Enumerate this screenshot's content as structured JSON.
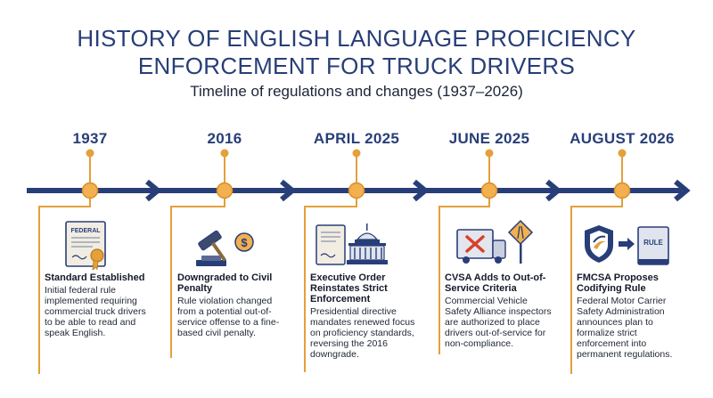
{
  "title_line1": "HISTORY OF ENGLISH LANGUAGE PROFICIENCY",
  "title_line2": "ENFORCEMENT FOR TRUCK DRIVERS",
  "subtitle": "Timeline of regulations and changes (1937–2026)",
  "colors": {
    "navy": "#283e78",
    "gold": "#e4a03a",
    "dot_fill": "#f2b04f"
  },
  "events": [
    {
      "year": "1937",
      "title": "Standard Established",
      "description": "Initial federal rule implemented requiring commercial truck drivers to be able to read and speak English.",
      "icon": "federal-document-icon",
      "icon_label": "FEDERAL"
    },
    {
      "year": "2016",
      "title": "Downgraded to Civil Penalty",
      "description": "Rule violation changed from a potential out-of-service offense to a fine-based civil penalty.",
      "icon": "gavel-dollar-icon"
    },
    {
      "year": "APRIL 2025",
      "title": "Executive Order Reinstates Strict Enforcement",
      "description": "Presidential directive mandates renewed focus on proficiency standards, reversing the 2016 downgrade.",
      "icon": "executive-order-capitol-icon"
    },
    {
      "year": "JUNE 2025",
      "title": "CVSA Adds to Out-of-Service Criteria",
      "description": "Commercial Vehicle Safety Alliance inspectors are authorized to place drivers out-of-service for non-compliance.",
      "icon": "truck-out-of-service-icon"
    },
    {
      "year": "AUGUST 2026",
      "title": "FMCSA Proposes Codifying Rule",
      "description": "Federal Motor Carrier Safety Administration announces plan to formalize strict enforcement into permanent regulations.",
      "icon": "shield-rule-book-icon",
      "icon_label": "RULE"
    }
  ]
}
